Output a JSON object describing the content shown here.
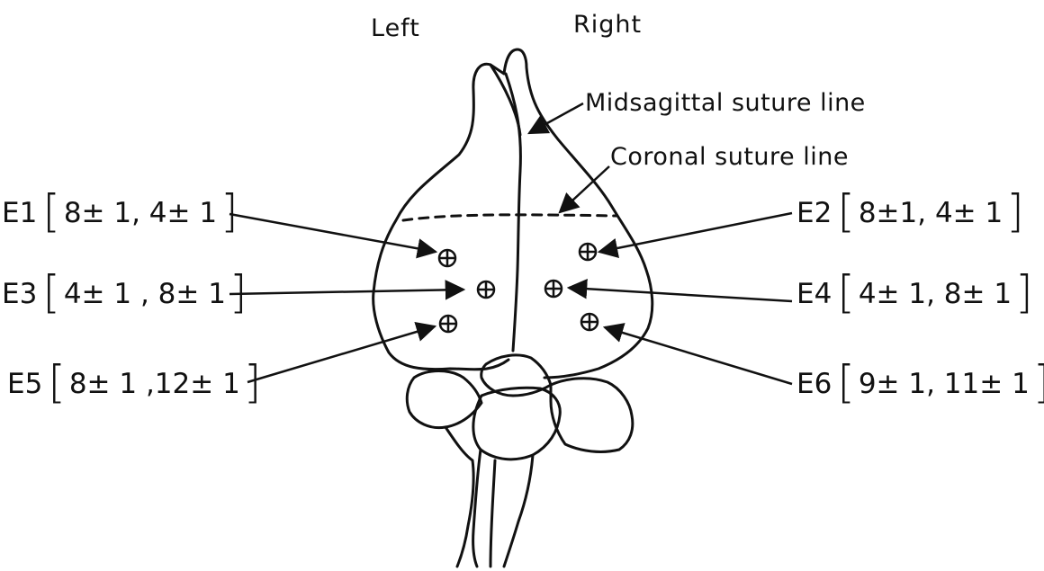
{
  "labels": {
    "left": "Left",
    "right": "Right",
    "midsagittal": "Midsagittal suture line",
    "coronal": "Coronal suture line"
  },
  "electrodes": [
    {
      "id": "E1",
      "coords": "8± 1, 4± 1"
    },
    {
      "id": "E2",
      "coords": "8±1,  4± 1"
    },
    {
      "id": "E3",
      "coords": "4± 1 , 8± 1"
    },
    {
      "id": "E4",
      "coords": "4± 1,  8± 1"
    },
    {
      "id": "E5",
      "coords": "8± 1 ,12± 1"
    },
    {
      "id": "E6",
      "coords": "9± 1,  11± 1"
    }
  ],
  "colors": {
    "ink": "#111111",
    "background": "#ffffff"
  }
}
